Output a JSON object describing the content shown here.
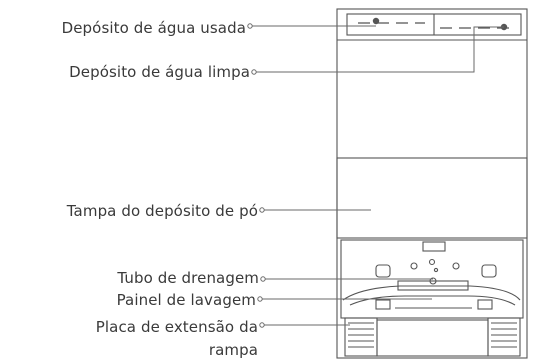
{
  "labels": {
    "used_water_tank": "Depósito de água usada",
    "clean_water_tank": "Depósito de água limpa",
    "dust_bin_cover": "Tampa do depósito de pó",
    "drain_pipe": "Tubo de drenagem",
    "washing_panel": "Painel de lavagem",
    "ramp_extension_line1": "Placa de extensão da",
    "ramp_extension_line2": "rampa"
  },
  "colors": {
    "text": "#3a3a3a",
    "line": "#6a6a6a",
    "outline": "#555555"
  }
}
